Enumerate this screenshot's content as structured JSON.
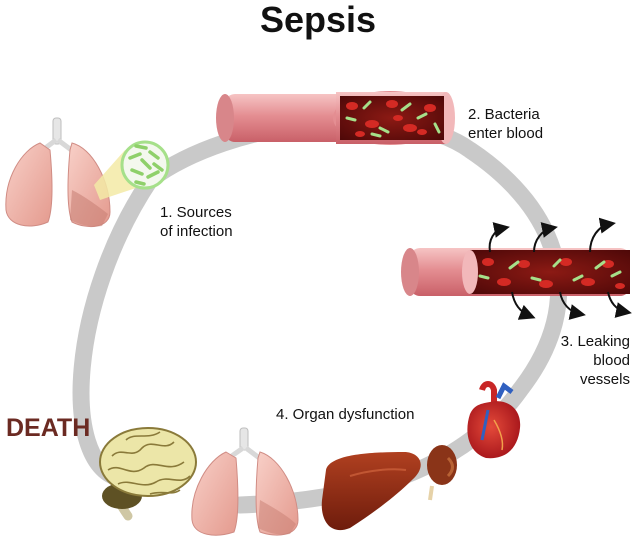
{
  "title": "Sepsis",
  "steps": {
    "sources": [
      "1. Sources",
      "of infection"
    ],
    "bacteria": [
      "2. Bacteria",
      "enter blood"
    ],
    "leaking": [
      "3. Leaking",
      "blood",
      "vessels"
    ],
    "organ": "4. Organ dysfunction"
  },
  "outcome": "DEATH",
  "colors": {
    "ring": "#c9c9c9",
    "vessel_outer": "#e8989a",
    "vessel_lumen": "#7a1010",
    "red_cell": "#d42a24",
    "bacteria": "#a6e08a",
    "death": "#6b2a22"
  },
  "icons": [
    "lungs-icon",
    "bacteria-magnifier-icon",
    "blood-vessel-icon",
    "brain-icon",
    "liver-icon",
    "kidney-icon",
    "heart-icon",
    "leak-arrow-icon"
  ]
}
